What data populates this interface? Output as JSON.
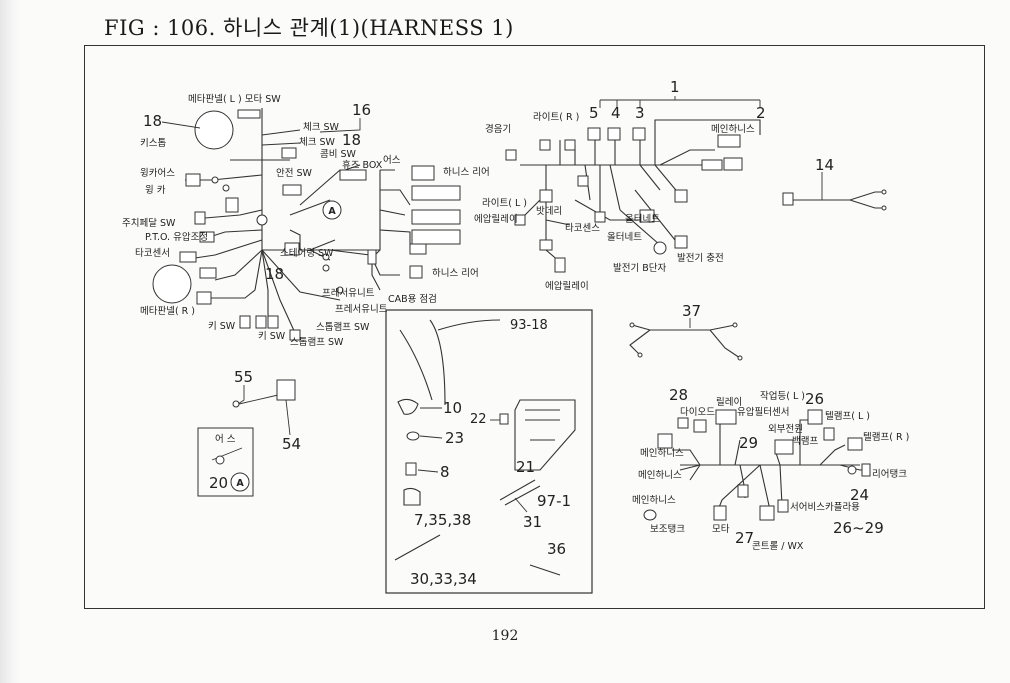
{
  "title": "FIG : 106. 하니스 관계(1)(HARNESS 1)",
  "page_number": "192",
  "labels": {
    "meter_panel_l_motor_sw": "메타판넬( L ) 모타 SW",
    "check_sw_1": "체크 SW",
    "check_sw_2": "체크 SW",
    "combi_sw": "콤비 SW",
    "fuse_box": "휴즈 BOX",
    "key_stop": "키스톱",
    "winker_switch": "윙카어스",
    "winker_cab": "윙  카",
    "safety_sw": "안전 SW",
    "parking_pedal_sw": "주치페달 SW",
    "pto_adjust": "P.T.O. 유압조정",
    "tacho_sensor_l": "타코센서",
    "steering_sw": "스테어링 SW",
    "meter_panel_r": "메타판넬( R )",
    "key_sw_1": "키 SW",
    "key_sw_2": "키 SW",
    "stop_lamp_sw_1": "스톱램프 SW",
    "stop_lamp_sw_2": "스톱램프 SW",
    "frame_unit_1": "프레서유니트",
    "frame_unit_2": "프레서유니트",
    "cab_check": "CAB용 점검",
    "earth_1": "어스",
    "harness_rear_1": "하니스 리어",
    "harness_rear_2": "하니스 리어",
    "horn": "경음기",
    "light_r": "라이트( R )",
    "light_l": "라이트( L )",
    "main_harness_top": "메인하니스",
    "battery": "밧데리",
    "earth_relay_1": "에압릴레이",
    "earth_relay_2": "에압릴레이",
    "tacho_sensor_r": "타코센스",
    "alternator_1": "올터네트",
    "alternator_2": "올터네트",
    "alt_b_terminal": "발전기 B단자",
    "alt_charge": "발전기 충전",
    "relay": "릴레이",
    "diode": "다이오드",
    "oil_filter_sensor": "유압필터센서",
    "work_light_l": "작업등( L )",
    "external_power": "외부전원",
    "back_lamp": "백램프",
    "tail_lamp_l": "텔램프( L )",
    "tail_lamp_r": "텔램프( R )",
    "main_harness_1": "메인하니스",
    "main_harness_2": "메인하니스",
    "main_harness_3": "메인하니스",
    "rear_tank": "리어탱크",
    "aux_tank": "보조탱크",
    "motor": "모타",
    "controller_wx": "콘트롤 / WX",
    "service_coupler": "서어비스카플라용",
    "earth_box": "어 스"
  },
  "callouts": {
    "n1": "1",
    "n2": "2",
    "n3": "3",
    "n4": "4",
    "n5": "5",
    "n14": "14",
    "n16": "16",
    "n18a": "18",
    "n18b": "18",
    "n18c": "18",
    "n37": "37",
    "n55": "55",
    "n54": "54",
    "n20": "20",
    "n93_18": "93-18",
    "n10": "10",
    "n22": "22",
    "n23": "23",
    "n21": "21",
    "n8": "8",
    "n97_1": "97-1",
    "n7_35_38": "7,35,38",
    "n31": "31",
    "n36": "36",
    "n30_33_34": "30,33,34",
    "n28": "28",
    "n26": "26",
    "n29": "29",
    "n24": "24",
    "n27": "27",
    "n26_29": "26~29",
    "circle_a_1": "A",
    "circle_a_2": "A"
  }
}
